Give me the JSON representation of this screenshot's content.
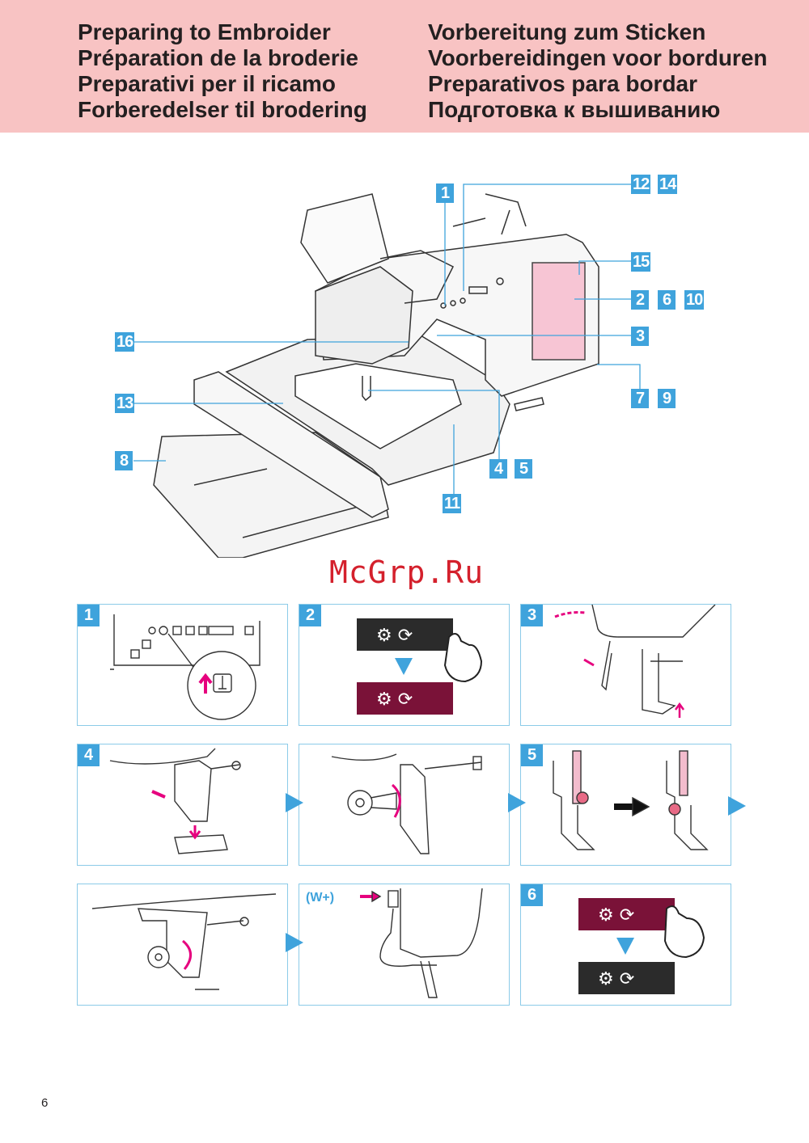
{
  "header": {
    "titles_left": [
      "Preparing to Embroider",
      "Préparation de la broderie",
      "Preparativi per il ricamo",
      "Forberedelser til brodering"
    ],
    "titles_right": [
      "Vorbereitung zum Sticken",
      "Voorbereidingen voor borduren",
      "Preparativos para bordar",
      "Подготовка к вышиванию"
    ]
  },
  "callouts": [
    "1",
    "12",
    "14",
    "15",
    "2",
    "6",
    "10",
    "3",
    "7",
    "9",
    "16",
    "13",
    "8",
    "4",
    "5",
    "11"
  ],
  "steps": {
    "p1": "1",
    "p2": "2",
    "p3": "3",
    "p4": "4",
    "p6": "5",
    "p9": "6",
    "w_plus": "(W+)"
  },
  "watermark": "McGrp.Ru",
  "page_number": "6",
  "colors": {
    "header_bg": "#f8c3c3",
    "callout": "#3fa3dc",
    "accent_pink": "#e6007e",
    "screen_dark": "#2b2b2b",
    "screen_active": "#7a1238"
  }
}
